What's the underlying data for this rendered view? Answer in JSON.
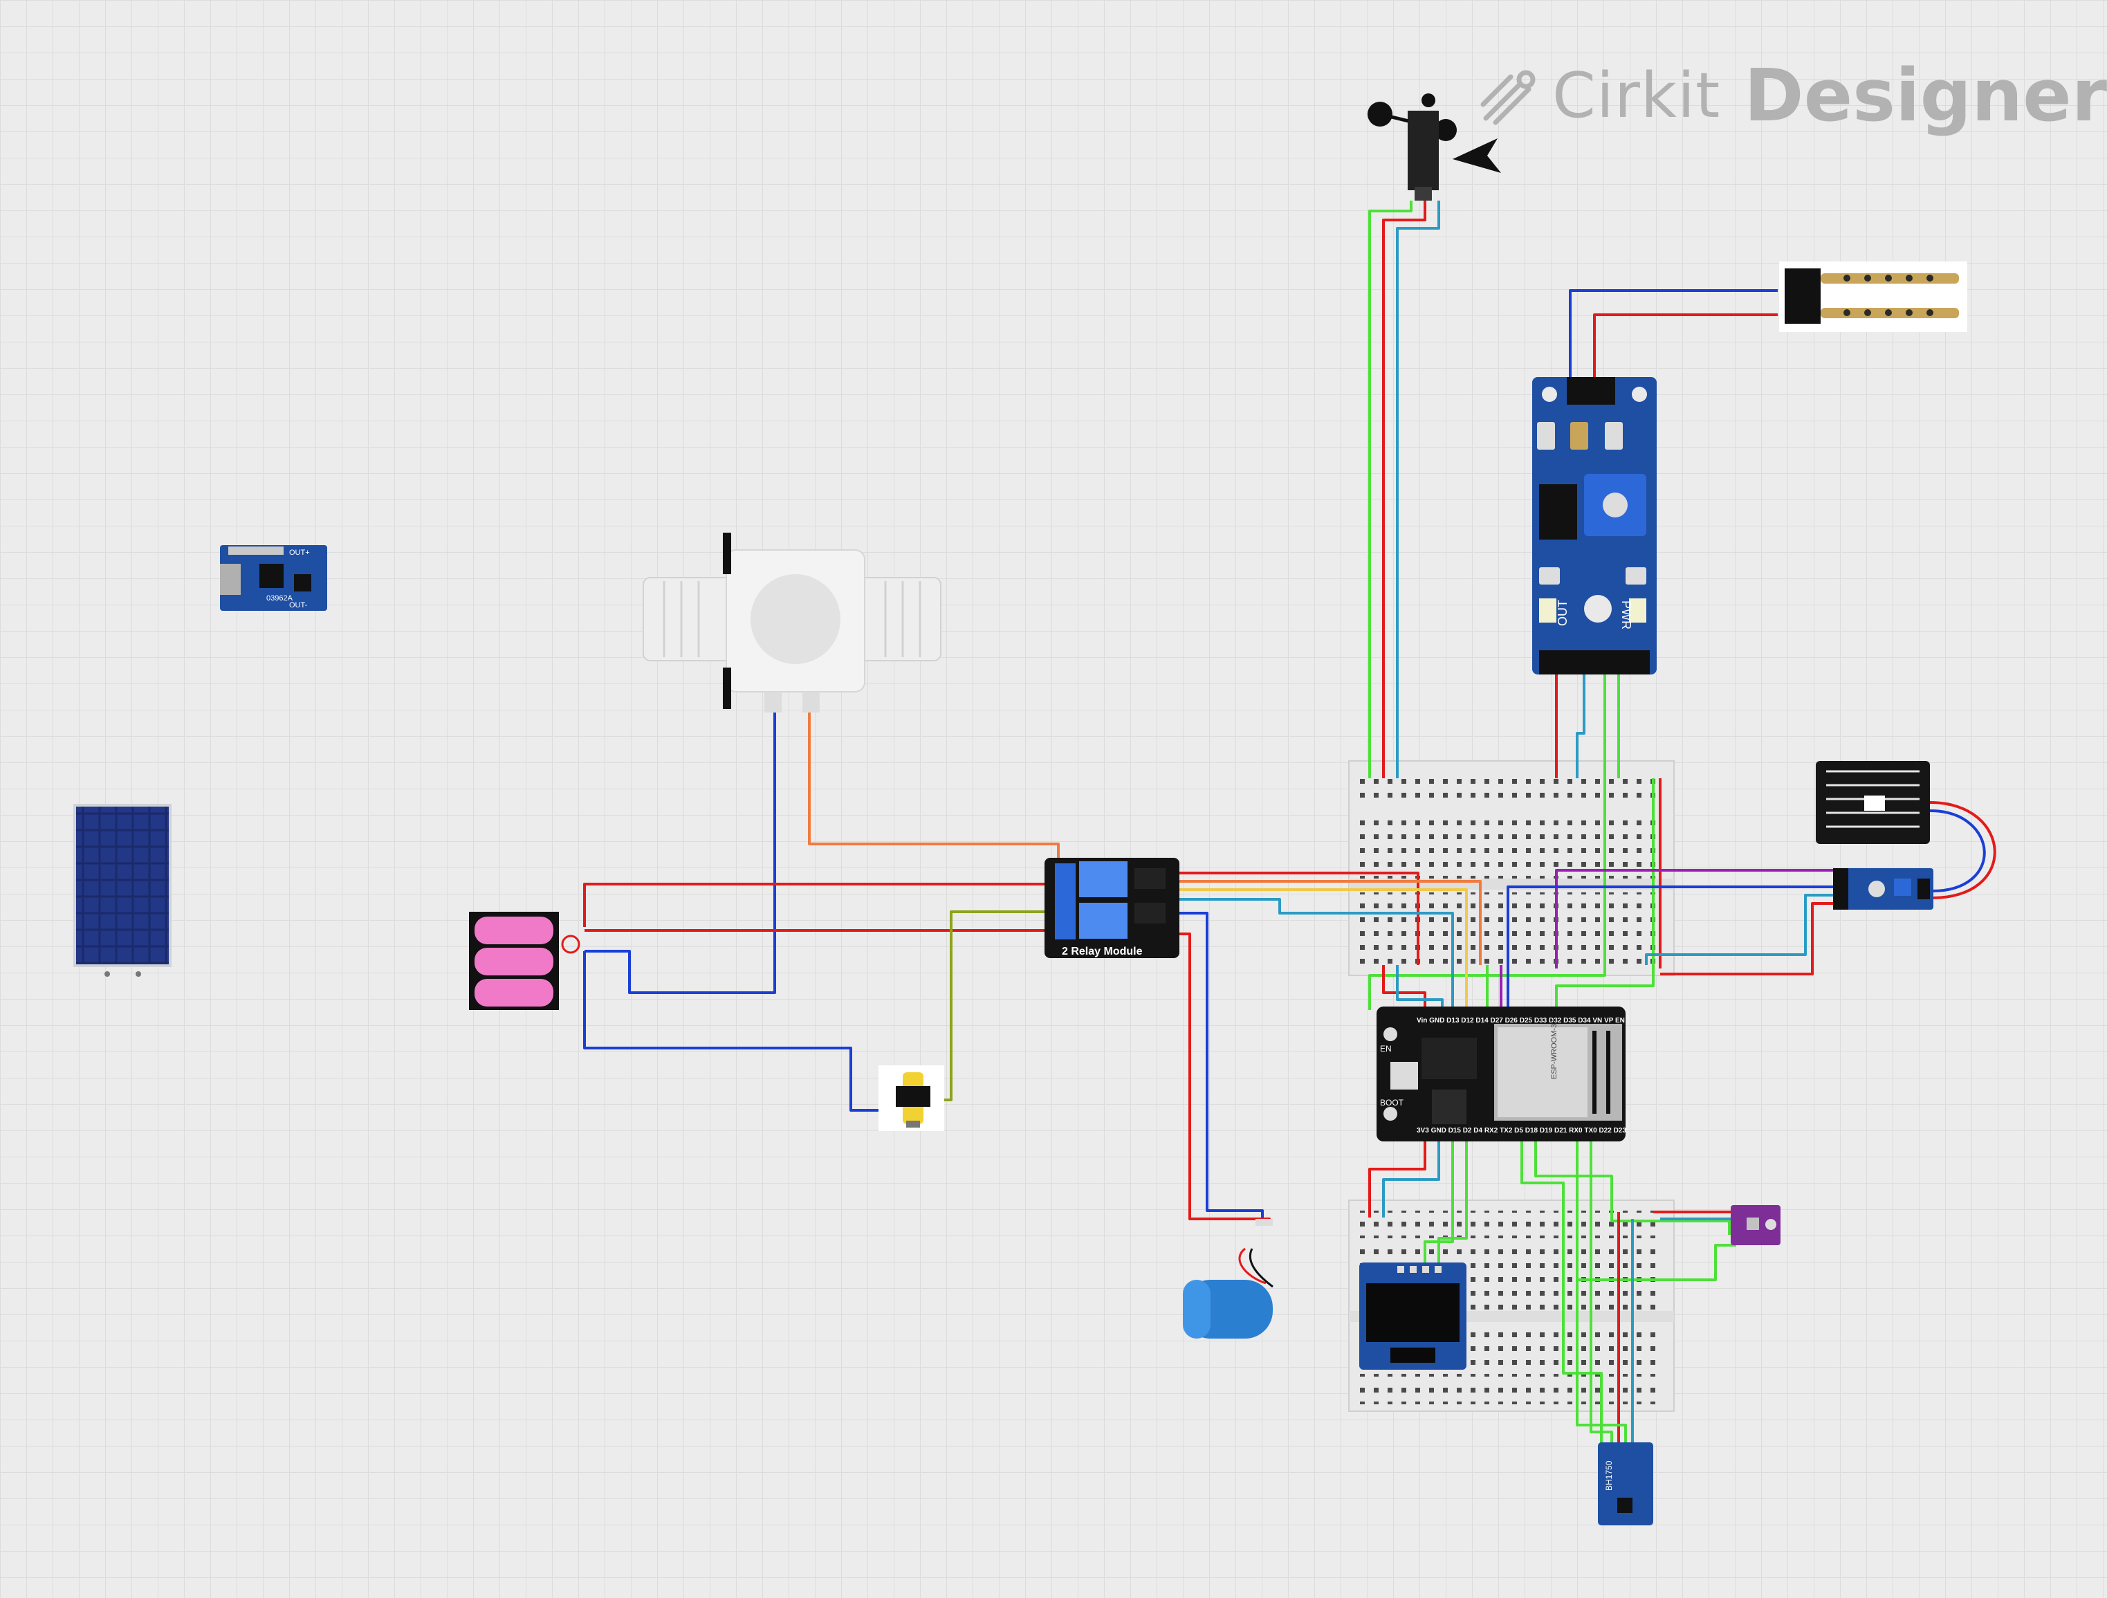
{
  "app": {
    "brand": "Cirkit",
    "product": "Designer"
  },
  "labels": {
    "relay_module": "2 Relay Module",
    "esp32_en": "EN",
    "esp32_boot": "BOOT",
    "esp32_top_pins": "Vin GND D13 D12 D14 D27 D26 D25 D33 D32 D35 D34 VN VP EN",
    "esp32_bottom_pins": "3V3 GND D15 D2 D4 RX2 TX2 D5 D18 D19 D21 RX0 TX0 D22 D23",
    "esp32_module": "ESP-WROOM-32",
    "soil_out": "OUT",
    "soil_pwr": "PWR",
    "bh1750": "BH1750",
    "charger_out_plus": "OUT+",
    "charger_out_minus": "OUT-",
    "charger_chip": "03962A"
  },
  "colors": {
    "wire_red": "#e41a1a",
    "wire_blue": "#1a3fd6",
    "wire_green": "#4ee03a",
    "wire_teal": "#2b9bc4",
    "wire_orange": "#f07b3f",
    "wire_olive": "#8ea31a",
    "wire_purple": "#9a1fb5",
    "wire_yellow": "#f2c94c",
    "pcb_blue": "#1e4fa3",
    "pcb_black": "#141414",
    "breadboard": "#e9e9e9",
    "battery_pink": "#f07ac8",
    "logo_grey": "#b2b2b2"
  },
  "components": [
    {
      "name": "Anemometer",
      "icon": "anemometer-icon"
    },
    {
      "name": "Soil Moisture Probe",
      "icon": "soil-probe-icon"
    },
    {
      "name": "Soil Moisture Sensor Module",
      "icon": "sensor-module-icon"
    },
    {
      "name": "Rain Sensor Plate",
      "icon": "rain-plate-icon"
    },
    {
      "name": "Rain Sensor Module",
      "icon": "sensor-module-icon"
    },
    {
      "name": "TP4056 Charger",
      "icon": "charger-icon"
    },
    {
      "name": "Solar Panel",
      "icon": "solar-panel-icon"
    },
    {
      "name": "Solenoid Valve",
      "icon": "valve-icon"
    },
    {
      "name": "18650 Battery Pack",
      "icon": "battery-icon"
    },
    {
      "name": "2 Relay Module",
      "icon": "relay-icon"
    },
    {
      "name": "Water Pump",
      "icon": "pump-icon"
    },
    {
      "name": "Li-ion Cell",
      "icon": "battery-icon"
    },
    {
      "name": "ESP32 DevKit",
      "icon": "microcontroller-icon"
    },
    {
      "name": "OLED Display",
      "icon": "display-icon"
    },
    {
      "name": "BME280 Sensor",
      "icon": "sensor-icon"
    },
    {
      "name": "BH1750 Light Sensor",
      "icon": "light-sensor-icon"
    },
    {
      "name": "Breadboard Upper",
      "icon": "breadboard-icon"
    },
    {
      "name": "Breadboard Lower",
      "icon": "breadboard-icon"
    }
  ]
}
